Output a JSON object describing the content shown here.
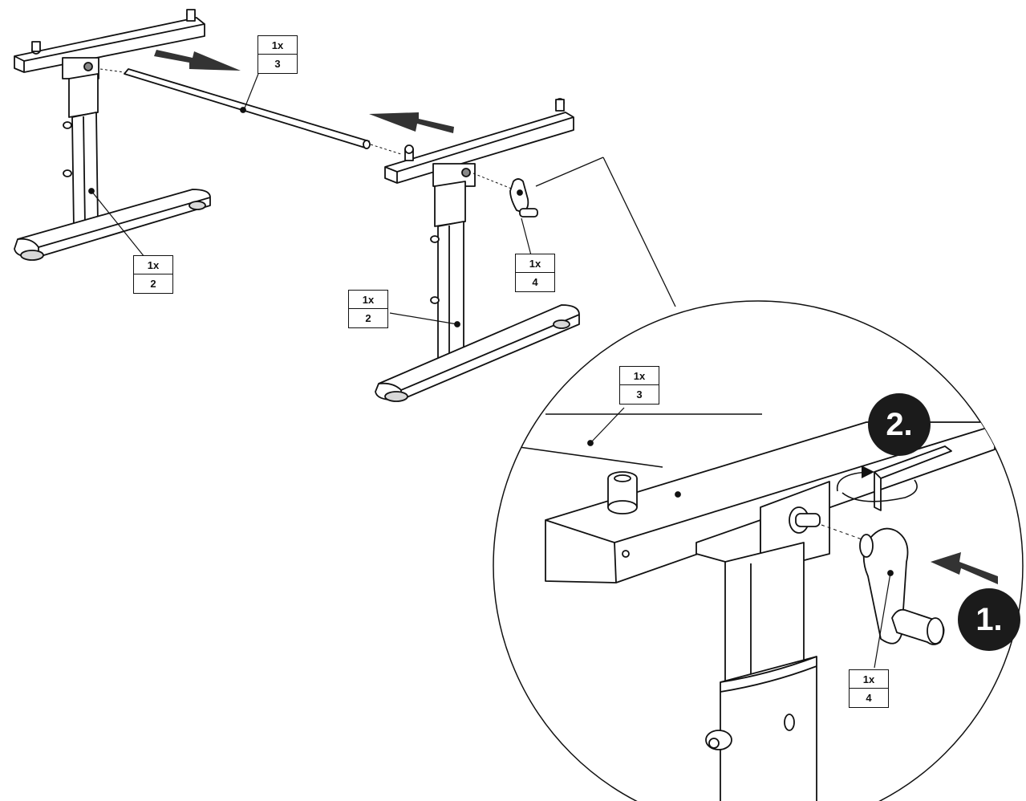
{
  "labels": {
    "rod_top": {
      "qty": "1x",
      "part": "3"
    },
    "leg_left": {
      "qty": "1x",
      "part": "2"
    },
    "leg_right": {
      "qty": "1x",
      "part": "2"
    },
    "crank": {
      "qty": "1x",
      "part": "4"
    },
    "detail_rod": {
      "qty": "1x",
      "part": "3"
    },
    "detail_crank": {
      "qty": "1x",
      "part": "4"
    }
  },
  "steps": {
    "first": "1.",
    "second": "2."
  },
  "icons": [
    "arrow-right-icon",
    "arrow-left-icon",
    "arrow-insert-icon",
    "rotate-icon",
    "allen-key-icon"
  ],
  "colors": {
    "line": "#111111",
    "fill": "#ffffff",
    "shade": "#d8d8d8",
    "badge": "#1b1b1b"
  }
}
